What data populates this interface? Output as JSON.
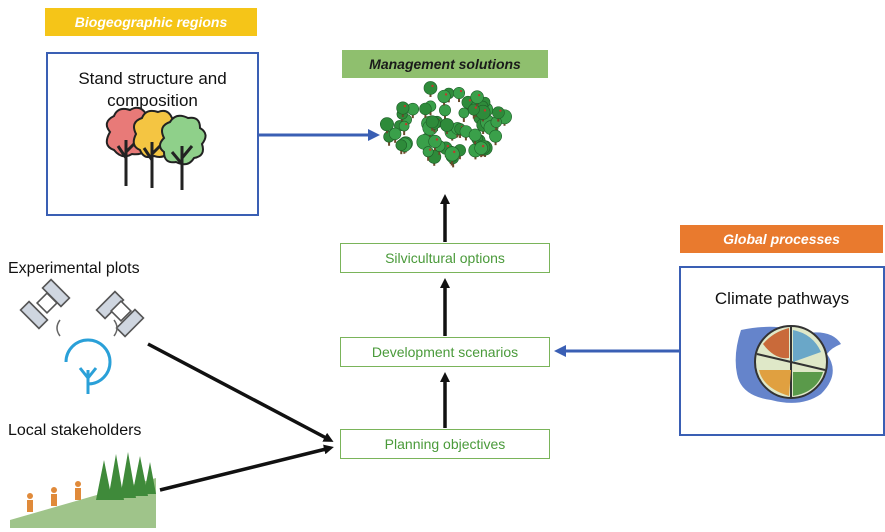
{
  "tags": {
    "biogeographic": "Biogeographic regions",
    "management": "Management solutions",
    "global": "Global processes"
  },
  "panels": {
    "stand": "Stand structure and composition",
    "climate": "Climate pathways"
  },
  "steps": {
    "silvicultural": "Silvicultural options",
    "development": "Development scenarios",
    "planning": "Planning objectives"
  },
  "labels": {
    "experimental": "Experimental plots",
    "stakeholders": "Local stakeholders"
  },
  "colors": {
    "blue_arrow": "#3a5fb4",
    "green_step": "#7ab45a",
    "yellow_tag": "#f5c518",
    "green_tag": "#8fbf6e",
    "orange_tag": "#e97a2e"
  },
  "icons": [
    "tree-group-icon",
    "forest-icon",
    "satellite-icon",
    "antenna-tree-icon",
    "hikers-forest-icon",
    "globe-climate-icon"
  ]
}
